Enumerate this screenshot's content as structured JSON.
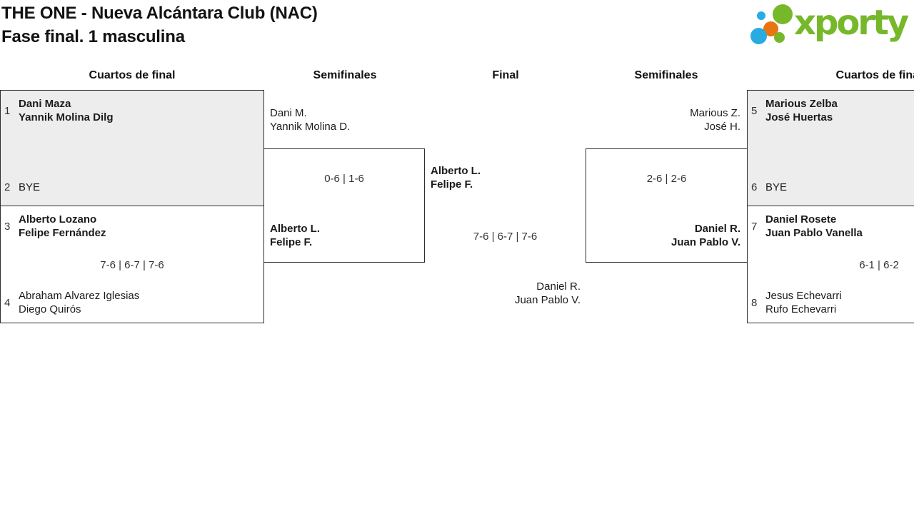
{
  "header": {
    "title": "THE ONE - Nueva Alcántara Club (NAC)",
    "subtitle": "Fase final. 1 masculina"
  },
  "logo": {
    "wordmark": "xporty",
    "icon": "dot-cluster"
  },
  "colors": {
    "logo_green": "#76B82A",
    "logo_blue": "#29ABE2",
    "logo_orange": "#E8750F",
    "box_grey": "#EDEDED",
    "border_dark": "#2E2E2E"
  },
  "rounds": [
    {
      "label": "Cuartos de final"
    },
    {
      "label": "Semifinales"
    },
    {
      "label": "Final"
    },
    {
      "label": "Semifinales"
    },
    {
      "label": "Cuartos de final"
    }
  ],
  "bracket": {
    "qf_left_top": {
      "seed_a": "1",
      "team_a_line1": "Dani Maza",
      "team_a_line2": "Yannik Molina Dilg",
      "seed_b": "2",
      "team_b_line1": "BYE"
    },
    "qf_left_bottom": {
      "seed_a": "3",
      "team_a_line1": "Alberto Lozano",
      "team_a_line2": "Felipe Fernández",
      "score": "7-6 | 6-7 | 7-6",
      "seed_b": "4",
      "team_b_line1": "Abraham Alvarez Iglesias",
      "team_b_line2": "Diego Quirós"
    },
    "sf_left": {
      "team_a_line1": "Dani M.",
      "team_a_line2": "Yannik Molina D.",
      "score": "0-6 | 1-6",
      "team_b_line1": "Alberto L.",
      "team_b_line2": "Felipe F."
    },
    "final": {
      "team_a_line1": "Alberto L.",
      "team_a_line2": "Felipe F.",
      "score": "7-6 | 6-7 | 7-6",
      "team_b_line1": "Daniel R.",
      "team_b_line2": "Juan Pablo V."
    },
    "sf_right": {
      "team_a_line1": "Marious Z.",
      "team_a_line2": "José H.",
      "score": "2-6 | 2-6",
      "team_b_line1": "Daniel R.",
      "team_b_line2": "Juan Pablo V."
    },
    "qf_right_top": {
      "seed_a": "5",
      "team_a_line1": "Marious Zelba",
      "team_a_line2": "José Huertas",
      "seed_b": "6",
      "team_b_line1": "BYE"
    },
    "qf_right_bottom": {
      "seed_a": "7",
      "team_a_line1": "Daniel Rosete",
      "team_a_line2": "Juan Pablo Vanella",
      "score": "6-1 | 6-2",
      "seed_b": "8",
      "team_b_line1": "Jesus Echevarri",
      "team_b_line2": "Rufo Echevarri"
    }
  }
}
